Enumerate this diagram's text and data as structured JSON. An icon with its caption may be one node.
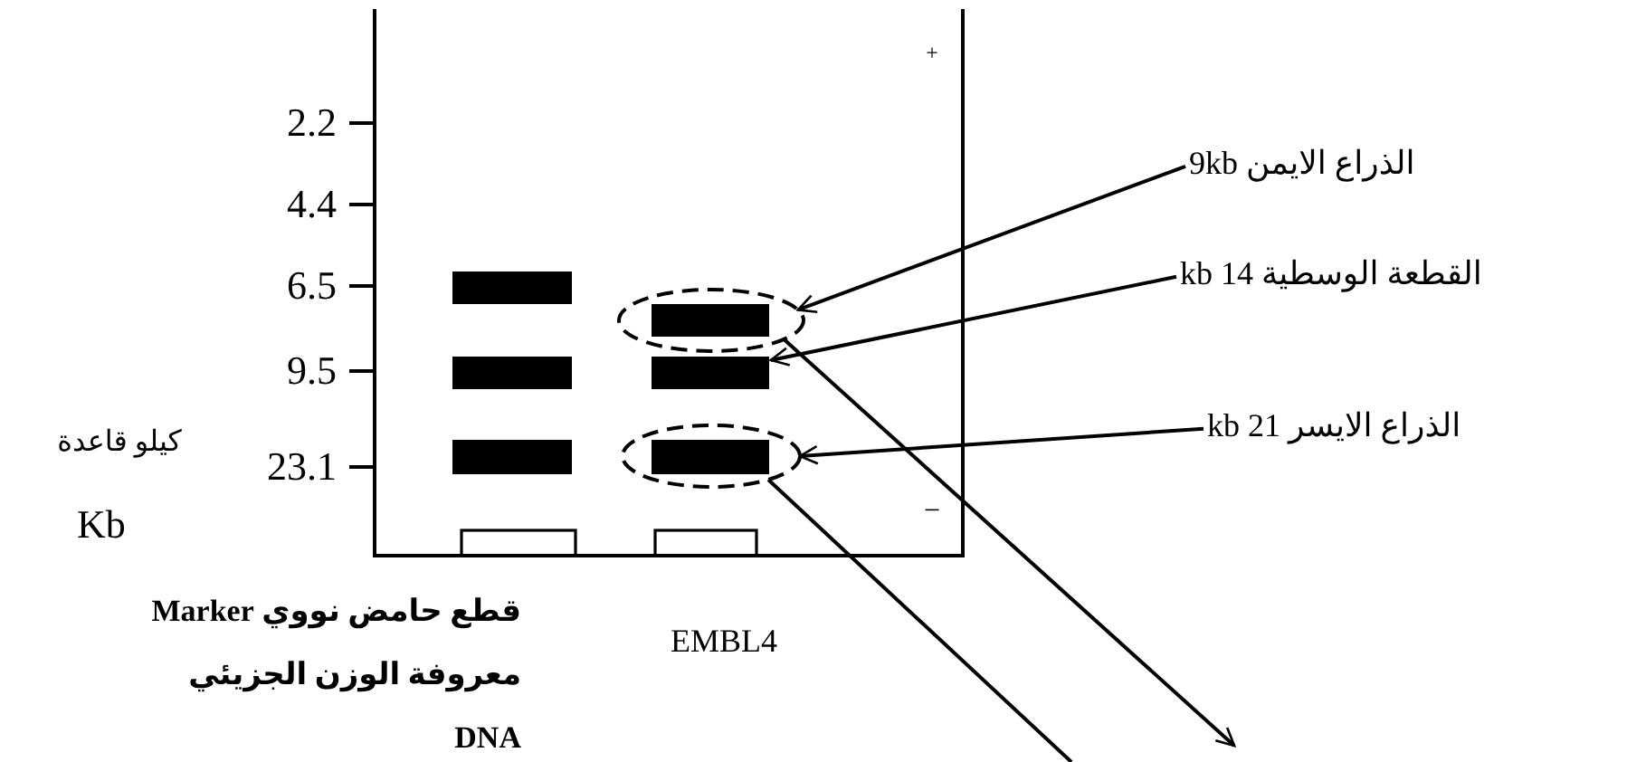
{
  "diagram": {
    "nodes": [
      {
        "text": [],
        "shape": "ellipse"
      },
      {
        "text": [],
        "shape": "bar"
      },
      {
        "text": [],
        "shape": "ellipse"
      },
      {
        "text": [
          "الذراع الايمن 9kb"
        ]
      },
      {
        "text": [
          "القطعة الوسطية 14 kb"
        ]
      },
      {
        "text": [
          "الذراع الايسر 21 kb"
        ]
      }
    ],
    "edges": [
      {
        "from": 3,
        "to": 0,
        "arrow": "to"
      },
      {
        "from": 4,
        "to": 1,
        "arrow": "to"
      },
      {
        "from": 5,
        "to": 2,
        "arrow": "to"
      },
      {
        "from": 0,
        "to": null,
        "arrow": "to"
      },
      {
        "from": 2,
        "to": null,
        "arrow": "none"
      }
    ],
    "labels": [
      "+",
      "2.2",
      "4.4",
      "6.5",
      "9.5",
      "كيلو قاعدة",
      "23.1",
      "Kb",
      "−",
      "قطع حامض نووي Marker معروفة الوزن الجزيئي DNA",
      "EMBL4"
    ]
  }
}
